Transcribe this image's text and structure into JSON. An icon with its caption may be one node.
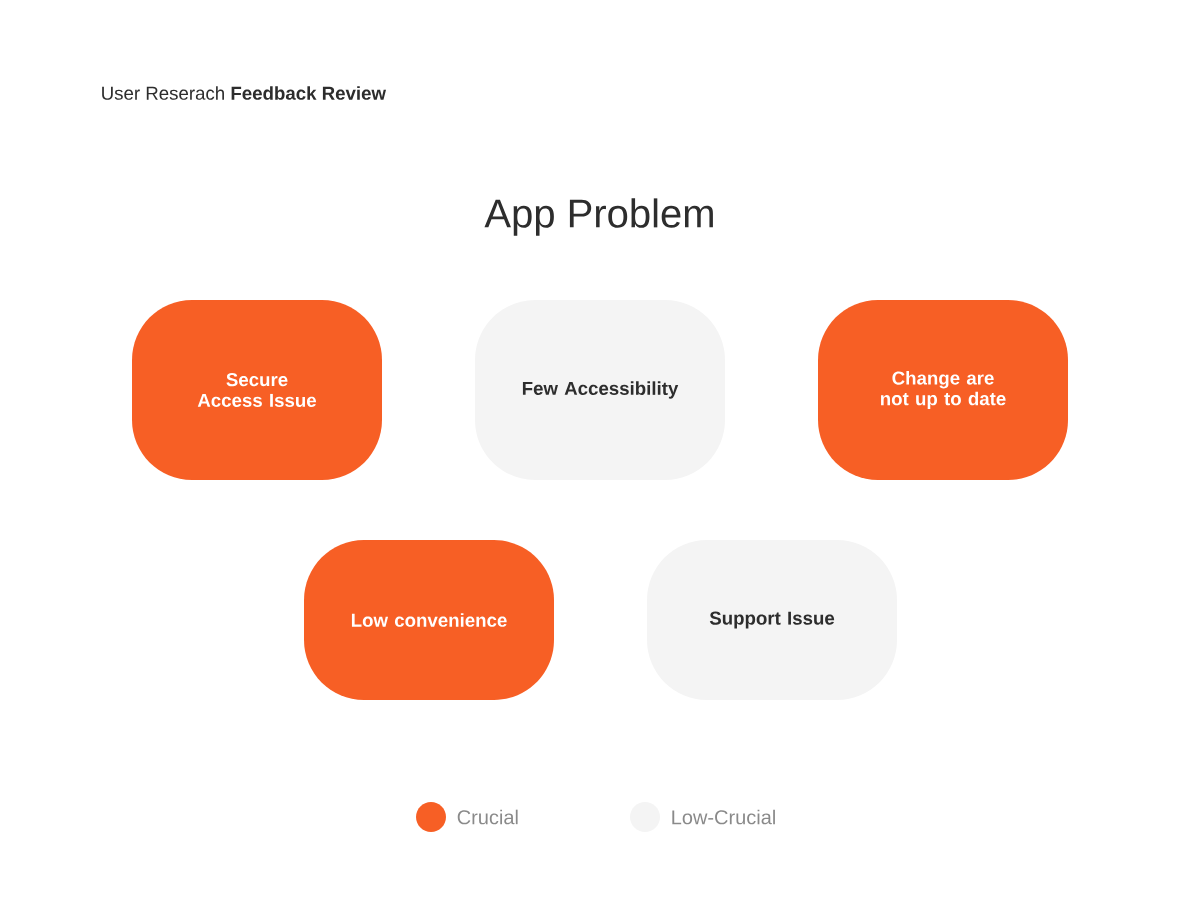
{
  "diagram": {
    "title": "App Problem",
    "nodes": [
      {
        "text": [
          "Secure Access Issue"
        ]
      },
      {
        "text": [
          "Few Accessibility"
        ]
      },
      {
        "text": [
          "Change are not up to date"
        ]
      },
      {
        "text": [
          "Low convenience"
        ]
      },
      {
        "text": [
          "Support Issue"
        ]
      }
    ],
    "labels": [
      "User Reserach **Feedback Review**"
    ],
    "legend": [
      {
        "text": "Crucial",
        "color": "#f75f25"
      },
      {
        "text": "Low-Crucial",
        "color": "#f4f4f4"
      }
    ]
  }
}
